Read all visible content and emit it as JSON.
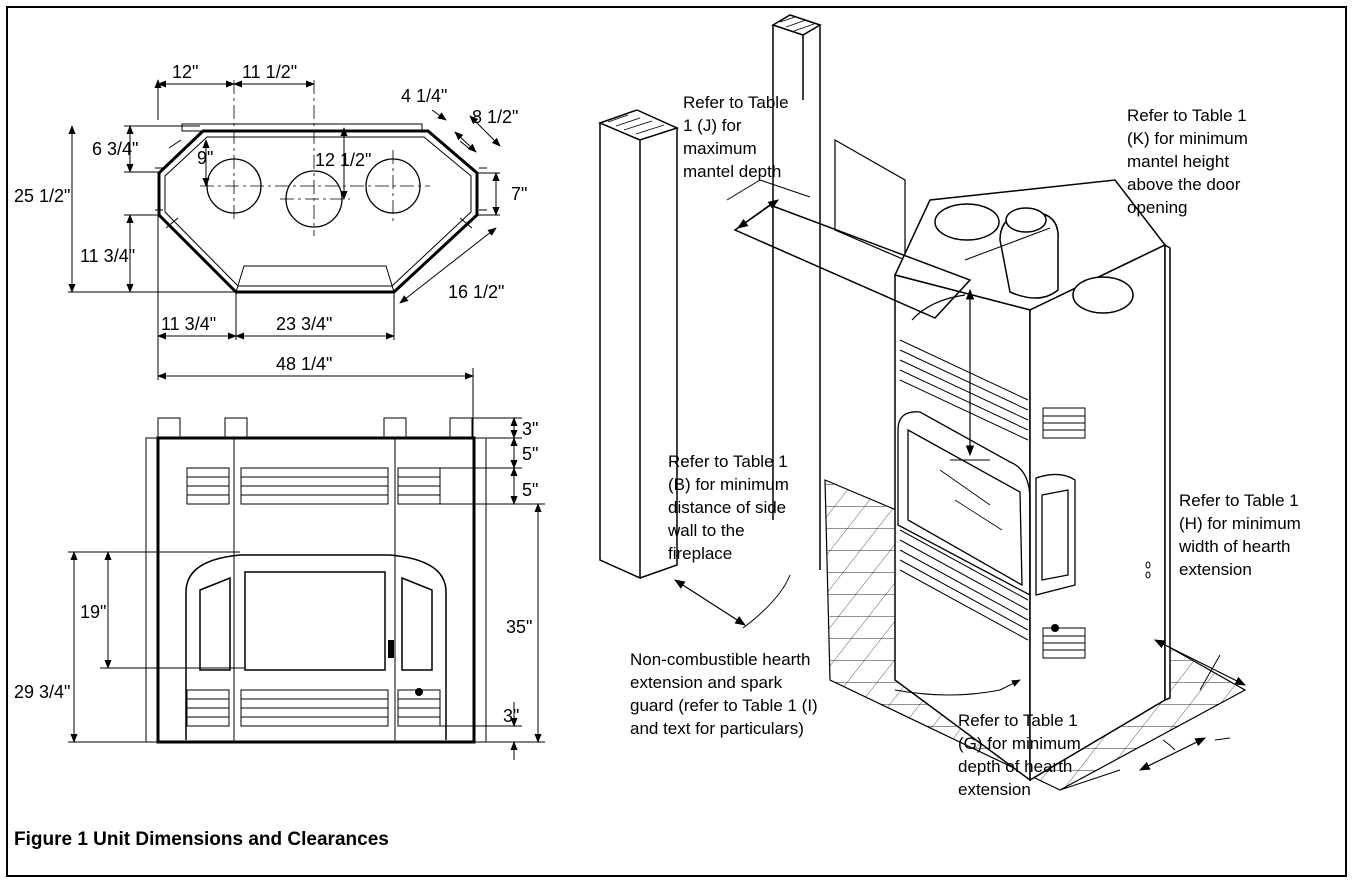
{
  "caption": "Figure 1 Unit Dimensions and Clearances",
  "top_view": {
    "dims": {
      "w12": "12\"",
      "w11_5": "11 1/2\"",
      "d4_25": "4 1/4\"",
      "d8_5": "8 1/2\"",
      "h6_75": "6 3/4\"",
      "h9": "9\"",
      "h12_5": "12 1/2\"",
      "h7": "7\"",
      "h25_5": "25 1/2\"",
      "h11_75": "11 3/4\"",
      "d16_5": "16 1/2\"",
      "w11_75": "11 3/4\"",
      "w23_75": "23 3/4\""
    }
  },
  "front_view": {
    "dims": {
      "w48_25": "48 1/4\"",
      "h3_top": "3\"",
      "h5a": "5\"",
      "h5b": "5\"",
      "h19": "19\"",
      "h35": "35\"",
      "h29_75": "29 3/4\"",
      "h3_bottom": "3\""
    }
  },
  "perspective": {
    "note_j": [
      "Refer to Table",
      "1 (J) for",
      "maximum",
      "mantel depth"
    ],
    "note_k": [
      "Refer to Table 1",
      "(K) for minimum",
      "mantel height",
      "above the door",
      "opening"
    ],
    "note_b": [
      "Refer to Table 1",
      "(B) for minimum",
      "distance of side",
      "wall to the",
      "fireplace"
    ],
    "note_h": [
      "Refer to Table 1",
      "(H) for minimum",
      "width of hearth",
      "extension"
    ],
    "note_i": [
      "Non-combustible hearth",
      "extension and spark",
      "guard (refer to Table 1 (I)",
      "and text for particulars)"
    ],
    "note_g": [
      "Refer to Table 1",
      "(G) for minimum",
      "depth of hearth",
      "extension"
    ]
  }
}
